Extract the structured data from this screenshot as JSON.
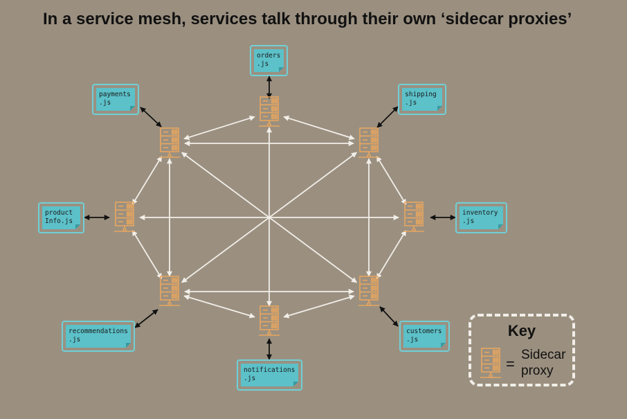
{
  "title": "In a service mesh, services talk through their own ‘sidecar proxies’",
  "services": [
    {
      "id": "orders",
      "line1": "orders",
      "line2": ".js"
    },
    {
      "id": "shipping",
      "line1": "shipping",
      "line2": ".js"
    },
    {
      "id": "inventory",
      "line1": "inventory",
      "line2": ".js"
    },
    {
      "id": "customers",
      "line1": "customers",
      "line2": ".js"
    },
    {
      "id": "notifications",
      "line1": "notifications",
      "line2": ".js"
    },
    {
      "id": "recommendations",
      "line1": "recommendations",
      "line2": ".js"
    },
    {
      "id": "productinfo",
      "line1": "product",
      "line2": "Info.js"
    },
    {
      "id": "payments",
      "line1": "payments",
      "line2": ".js"
    }
  ],
  "key": {
    "title": "Key",
    "equals": "=",
    "label_line1": "Sidecar",
    "label_line2": "proxy"
  },
  "colors": {
    "background": "#9b9080",
    "proxy": "#e8a65f",
    "service_fill": "#5cc1c9",
    "service_border": "#6fd0d8",
    "mesh_arrow": "#f2efe9",
    "service_arrow": "#111111"
  }
}
